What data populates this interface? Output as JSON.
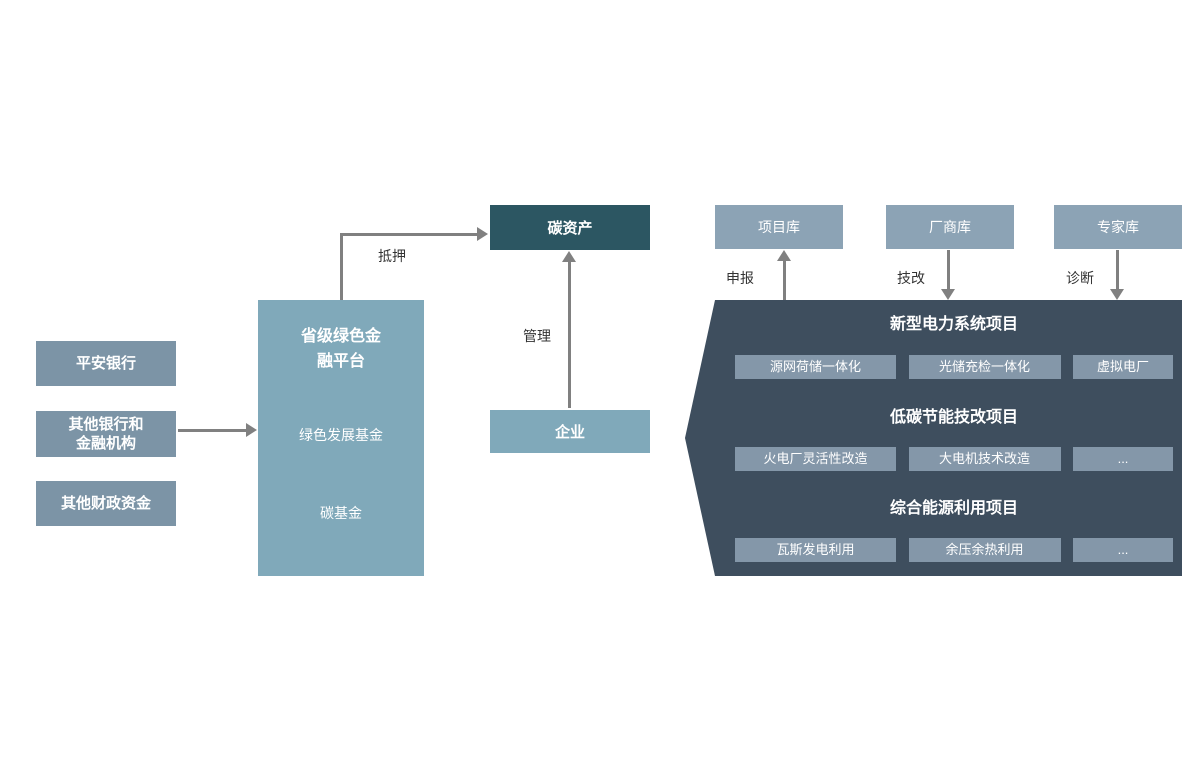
{
  "diagram": {
    "left_sources": [
      {
        "lines": [
          "平安银行",
          ""
        ]
      },
      {
        "lines": [
          "其他银行和",
          "金融机构"
        ]
      },
      {
        "lines": [
          "其他财政资金",
          ""
        ]
      }
    ],
    "platform": {
      "title_line1": "省级绿色金",
      "title_line2": "融平台",
      "fund_green": "绿色发展基金",
      "fund_carbon": "碳基金"
    },
    "carbon_asset": {
      "label": "碳资产"
    },
    "enterprise": {
      "label": "企业"
    },
    "edge_labels": {
      "pledge": "抵押",
      "manage": "管理",
      "declare": "申报",
      "retrofit": "技改",
      "diagnose": "诊断"
    },
    "libraries": [
      {
        "label": "项目库"
      },
      {
        "label": "厂商库"
      },
      {
        "label": "专家库"
      }
    ],
    "panel": {
      "sections": [
        {
          "title": "新型电力系统项目",
          "items": [
            "源网荷储一体化",
            "光储充检一体化",
            "虚拟电厂"
          ]
        },
        {
          "title": "低碳节能技改项目",
          "items": [
            "火电厂灵活性改造",
            "大电机技术改造",
            "..."
          ]
        },
        {
          "title": "综合能源利用项目",
          "items": [
            "瓦斯发电利用",
            "余压余热利用",
            "..."
          ]
        }
      ]
    },
    "colors": {
      "source_box": "#7c94a6",
      "platform_box": "#80a9ba",
      "carbon_asset_box": "#2c5662",
      "enterprise_box": "#80a9ba",
      "library_box": "#8ca3b5",
      "panel_bg": "#3e4e5e",
      "chip_bg": "#8497a9",
      "arrow": "#808080",
      "edge_label_text": "#333333"
    }
  }
}
